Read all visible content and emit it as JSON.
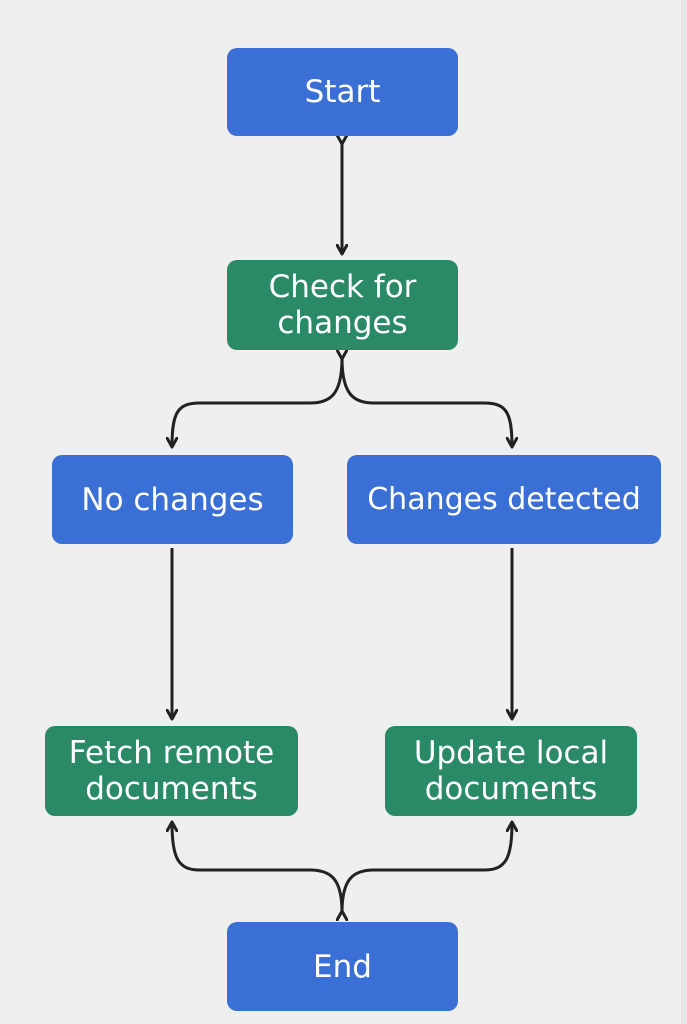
{
  "diagram": {
    "nodes": {
      "start": "Start",
      "check": "Check for\nchanges",
      "no_changes": "No changes",
      "changes_detected": "Changes detected",
      "fetch": "Fetch remote\ndocuments",
      "update": "Update local\ndocuments",
      "end": "End"
    },
    "colors": {
      "process_blue": "#3a6fd6",
      "decision_green": "#2a8a66",
      "connector": "#222222",
      "background": "#efefef"
    }
  }
}
